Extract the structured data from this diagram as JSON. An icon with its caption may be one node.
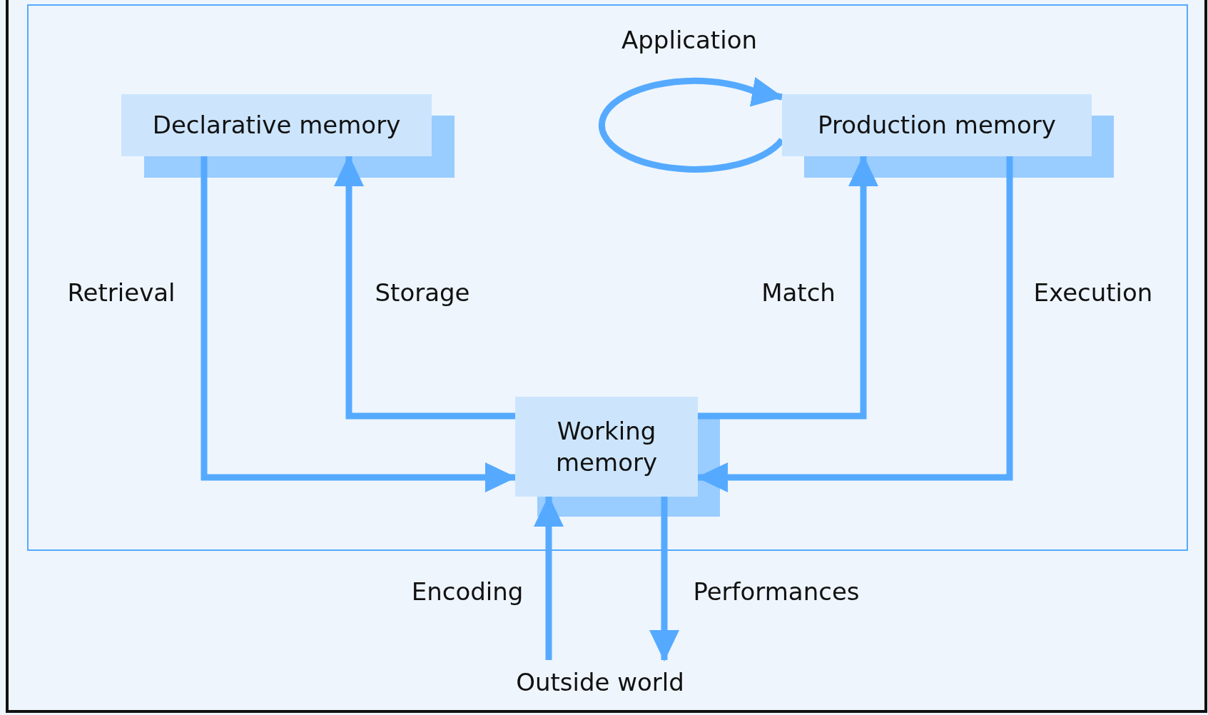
{
  "diagram": {
    "nodes": [
      {
        "text": [],
        "shape": "box"
      },
      {
        "text": [
          "Declarative memory"
        ],
        "in": 0
      },
      {
        "text": [
          "Production memory"
        ],
        "in": 0
      },
      {
        "text": [
          "Working memory"
        ],
        "in": 0
      },
      {
        "text": [
          "Outside world"
        ]
      }
    ],
    "edges": [
      {
        "from": 1,
        "to": 3,
        "arrow": "to",
        "label": "Retrieval"
      },
      {
        "from": 3,
        "to": 1,
        "arrow": "to",
        "label": "Storage"
      },
      {
        "from": 3,
        "to": 2,
        "arrow": "to",
        "label": "Match"
      },
      {
        "from": 2,
        "to": 3,
        "arrow": "to",
        "label": "Execution"
      },
      {
        "from": 2,
        "to": 2,
        "arrow": "to",
        "label": "Application"
      },
      {
        "from": 4,
        "to": 3,
        "arrow": "to",
        "label": "Encoding"
      },
      {
        "from": 3,
        "to": 4,
        "arrow": "to",
        "label": "Performances"
      }
    ]
  }
}
